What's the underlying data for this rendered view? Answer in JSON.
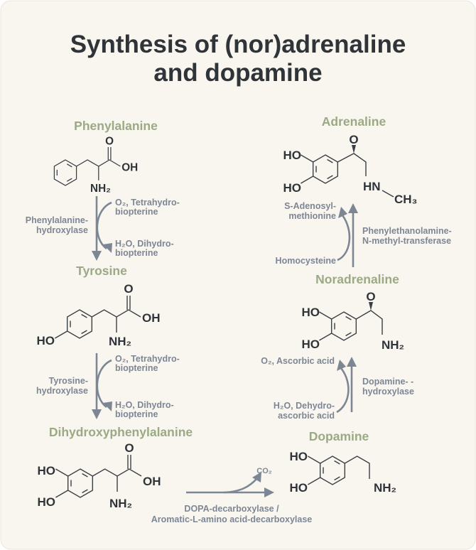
{
  "title": [
    "Synthesis of (nor)adrenaline",
    "and dopamine"
  ],
  "compounds": {
    "phenylalanine": {
      "name": "Phenylalanine",
      "o": "O",
      "oh": "OH",
      "nh2": "NH₂"
    },
    "tyrosine": {
      "name": "Tyrosine",
      "o": "O",
      "oh": "OH",
      "nh2": "NH₂",
      "ho": "HO"
    },
    "dopa": {
      "name": "Dihydroxyphenylalanine",
      "o": "O",
      "oh": "OH",
      "nh2": "NH₂",
      "ho1": "HO",
      "ho2": "HO"
    },
    "dopamine": {
      "name": "Dopamine",
      "ho1": "HO",
      "ho2": "HO",
      "nh2": "NH₂"
    },
    "noradrenaline": {
      "name": "Noradrenaline",
      "ho1": "HO",
      "ho2": "HO",
      "o": "O",
      "nh2": "NH₂"
    },
    "adrenaline": {
      "name": "Adrenaline",
      "ho1": "HO",
      "ho2": "HO",
      "o": "O",
      "hn": "HN",
      "ch3": "CH₃"
    }
  },
  "reactions": {
    "phe_to_tyr": {
      "enzyme": [
        "Phenylalanine-",
        "hydroxylase"
      ],
      "in": [
        "O₂, Tetrahydro-",
        "biopterine"
      ],
      "out": [
        "H₂O, Dihydro-",
        "biopterine"
      ]
    },
    "tyr_to_dopa": {
      "enzyme": [
        "Tyrosine-",
        "hydroxylase"
      ],
      "in": [
        "O₂, Tetrahydro-",
        "biopterine"
      ],
      "out": [
        "H₂O, Dihydro-",
        "biopterine"
      ]
    },
    "dopa_to_dopamine": {
      "enzyme": [
        "DOPA-decarboxylase /",
        "Aromatic-L-amino acid-decarboxylase"
      ],
      "out": [
        "CO₂"
      ]
    },
    "dopamine_to_noradrenaline": {
      "enzyme": [
        "Dopamine-  -",
        "hydroxylase"
      ],
      "in": [
        "H₂O, Dehydro-",
        "ascorbic acid"
      ],
      "out": [
        "O₂, Ascorbic acid"
      ]
    },
    "noradrenaline_to_adrenaline": {
      "enzyme": [
        "Phenylethanolamine-",
        "N-methyl-transferase"
      ],
      "in": [
        "Homocysteine"
      ],
      "out": [
        "S-Adenosyl-",
        "methionine"
      ]
    }
  },
  "colors": {
    "background": "#f9f5ef",
    "title": "#2f3439",
    "compound_name": "#9aaa84",
    "label": "#7d8794"
  }
}
